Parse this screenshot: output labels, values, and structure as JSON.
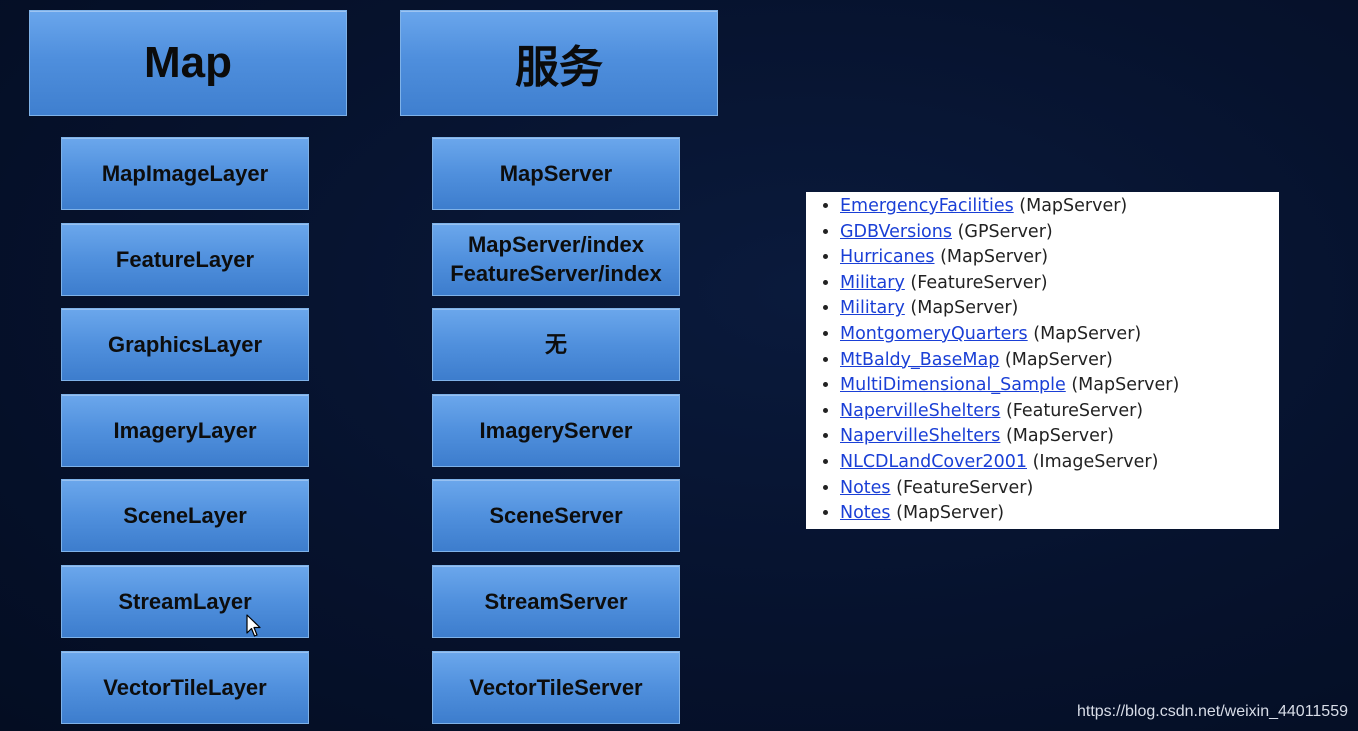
{
  "headers": {
    "map": "Map",
    "service": "服务"
  },
  "map_layers": [
    "MapImageLayer",
    "FeatureLayer",
    "GraphicsLayer",
    "ImageryLayer",
    "SceneLayer",
    "StreamLayer",
    "VectorTileLayer"
  ],
  "services": [
    [
      "MapServer"
    ],
    [
      "MapServer/index",
      "FeatureServer/index"
    ],
    [
      "无"
    ],
    [
      "ImageryServer"
    ],
    [
      "SceneServer"
    ],
    [
      "StreamServer"
    ],
    [
      "VectorTileServer"
    ]
  ],
  "service_list": [
    {
      "name": "EmergencyFacilities",
      "type": "(MapServer)"
    },
    {
      "name": "GDBVersions",
      "type": "(GPServer)"
    },
    {
      "name": "Hurricanes",
      "type": "(MapServer)"
    },
    {
      "name": "Military",
      "type": "(FeatureServer)"
    },
    {
      "name": "Military",
      "type": "(MapServer)"
    },
    {
      "name": "MontgomeryQuarters",
      "type": "(MapServer)"
    },
    {
      "name": "MtBaldy_BaseMap",
      "type": "(MapServer)"
    },
    {
      "name": "MultiDimensional_Sample",
      "type": "(MapServer)"
    },
    {
      "name": "NapervilleShelters",
      "type": "(FeatureServer)"
    },
    {
      "name": "NapervilleShelters",
      "type": "(MapServer)"
    },
    {
      "name": "NLCDLandCover2001",
      "type": "(ImageServer)"
    },
    {
      "name": "Notes",
      "type": "(FeatureServer)"
    },
    {
      "name": "Notes",
      "type": "(MapServer)"
    }
  ],
  "watermark": "https://blog.csdn.net/weixin_44011559",
  "colors": {
    "background": "#06122d",
    "box_blue": "#4f8fdd",
    "link": "#1a3fd6"
  },
  "icons": {
    "cursor": "mouse-pointer-icon"
  }
}
